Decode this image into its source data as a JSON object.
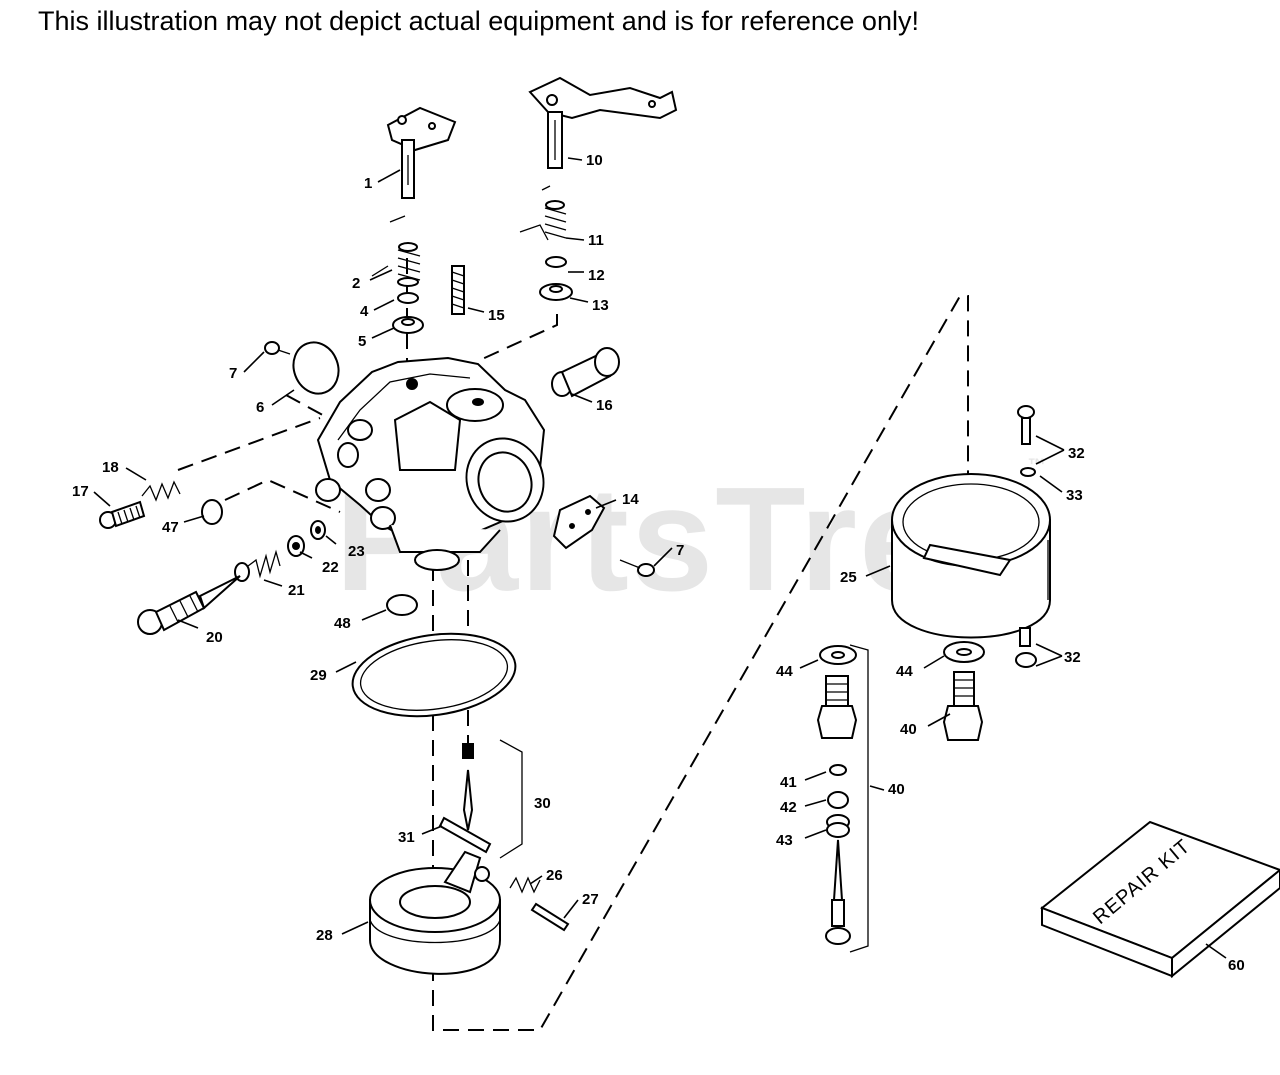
{
  "disclaimer": "This illustration may not depict actual equipment and is for reference only!",
  "watermark": "PartsTree",
  "watermark_tm": "™",
  "repair_kit_text": "REPAIR KIT",
  "callouts": [
    "1",
    "2",
    "4",
    "5",
    "6",
    "7",
    "10",
    "11",
    "12",
    "13",
    "15",
    "16",
    "18",
    "17",
    "47",
    "23",
    "22",
    "21",
    "20",
    "48",
    "14",
    "7",
    "29",
    "30",
    "31",
    "26",
    "27",
    "28",
    "32",
    "33",
    "25",
    "32",
    "44",
    "44",
    "40",
    "41",
    "42",
    "43",
    "40",
    "60"
  ]
}
